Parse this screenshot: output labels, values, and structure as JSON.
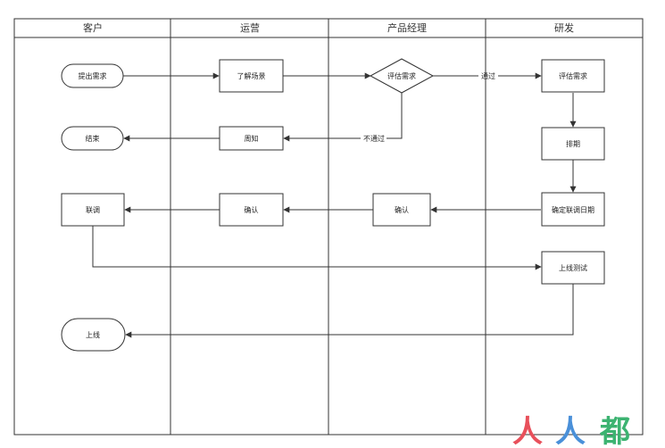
{
  "lanes": [
    "客户",
    "运营",
    "产品经理",
    "研发"
  ],
  "nodes": {
    "submit_request": "提出需求",
    "understand_scenario": "了解场景",
    "evaluate_pm": "评估需求",
    "evaluate_dev": "评估需求",
    "end": "结束",
    "notify": "周知",
    "schedule": "排期",
    "joint_debug": "联调",
    "confirm_ops": "确认",
    "confirm_pm": "确认",
    "set_debug_date": "确定联调日期",
    "release_test": "上线测试",
    "launch": "上线"
  },
  "edge_labels": {
    "pass": "通过",
    "fail": "不通过"
  },
  "watermark": "人人都是"
}
